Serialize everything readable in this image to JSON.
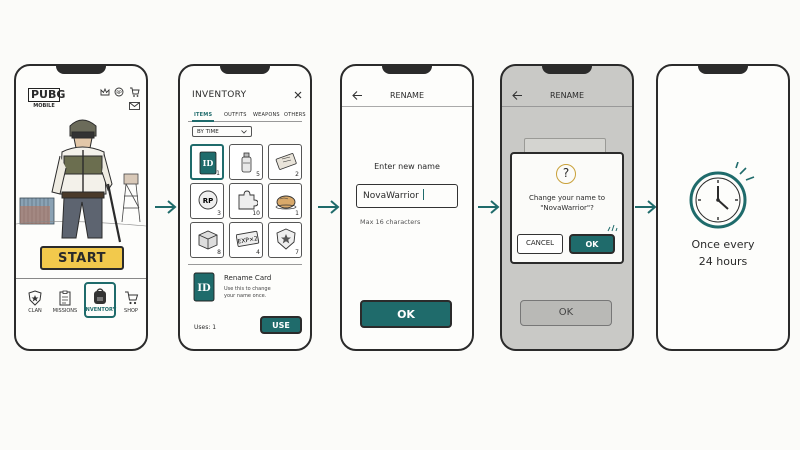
{
  "screen1": {
    "logo": "PUBG",
    "logo_sub": "MOBILE",
    "start_label": "START",
    "nav": [
      "CLAN",
      "MISSIONS",
      "INVENTORY",
      "SHOP"
    ]
  },
  "screen2": {
    "title": "INVENTORY",
    "tabs": [
      "ITEMS",
      "OUTFITS",
      "WEAPONS",
      "OTHERS"
    ],
    "sort_label": "BY TIME",
    "items": [
      {
        "icon": "id-card-icon",
        "qty": "1"
      },
      {
        "icon": "spray-can-icon",
        "qty": "5"
      },
      {
        "icon": "ticket-icon",
        "qty": "2"
      },
      {
        "icon": "rp-badge-icon",
        "qty": "3"
      },
      {
        "icon": "puzzle-piece-icon",
        "qty": "10"
      },
      {
        "icon": "chicken-icon",
        "qty": "1"
      },
      {
        "icon": "crate-icon",
        "qty": "8"
      },
      {
        "icon": "exp-card-icon",
        "qty": "4"
      },
      {
        "icon": "star-emblem-icon",
        "qty": "7"
      }
    ],
    "card_title": "Rename Card",
    "card_desc": "Use this to change your name once.",
    "uses": "Uses: 1",
    "use_label": "USE",
    "id_text": "ID",
    "rp_text": "RP",
    "exp_text": "EXP×2"
  },
  "screen3": {
    "title": "RENAME",
    "prompt": "Enter new name",
    "input_value": "NovaWarrior",
    "hint": "Max 16 characters",
    "ok_label": "OK"
  },
  "screen4": {
    "title": "RENAME",
    "question_mark": "?",
    "dialog_line1": "Change your name to",
    "dialog_line2": "\"NovaWarrior\"?",
    "cancel_label": "CANCEL",
    "ok_label": "OK",
    "bg_ok_label": "OK"
  },
  "screen5": {
    "line1": "Once every",
    "line2": "24 hours"
  },
  "colors": {
    "teal": "#1f6b6b",
    "start_yellow": "#f2c94c",
    "overlay_gray": "#c9c9c6"
  }
}
